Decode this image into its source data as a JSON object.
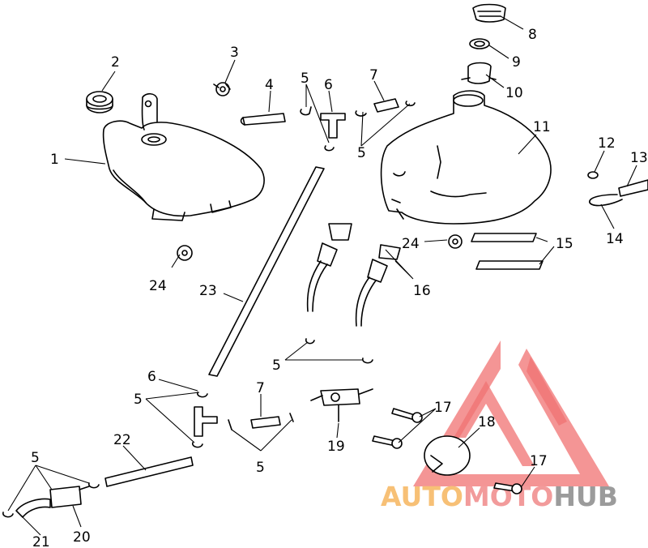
{
  "callouts": {
    "c1": "1",
    "c2": "2",
    "c3": "3",
    "c4": "4",
    "c5a": "5",
    "c5b": "5",
    "c5c": "5",
    "c5d": "5",
    "c5e": "5",
    "c5f": "5",
    "c6a": "6",
    "c6b": "6",
    "c7a": "7",
    "c7b": "7",
    "c8": "8",
    "c9": "9",
    "c10": "10",
    "c11": "11",
    "c12": "12",
    "c13": "13",
    "c14": "14",
    "c15": "15",
    "c16": "16",
    "c17a": "17",
    "c17b": "17",
    "c18": "18",
    "c19": "19",
    "c20": "20",
    "c21": "21",
    "c22": "22",
    "c23": "23",
    "c24a": "24",
    "c24b": "24"
  },
  "watermark": {
    "part1": "AUTO",
    "part2": "MOTO",
    "part3": "HUB",
    "color1": "#f6b65f",
    "color2": "#f08a8a",
    "color3": "#8a8a8a",
    "logo_color": "#ee5a5a"
  }
}
